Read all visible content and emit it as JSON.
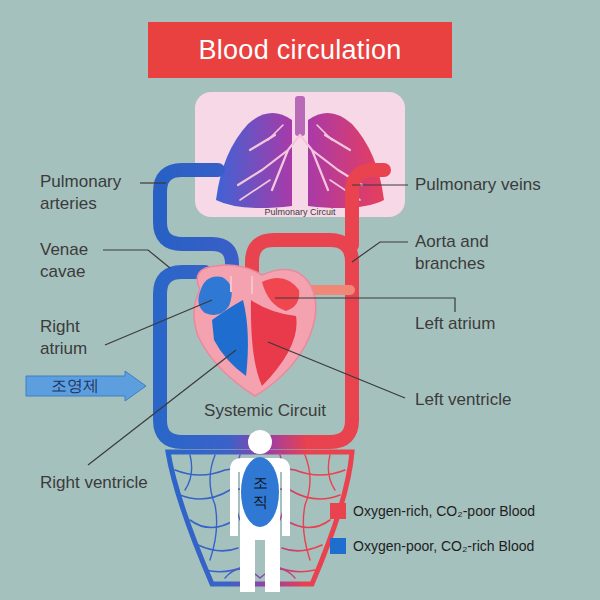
{
  "diagram": {
    "title": "Blood circulation",
    "nodes": [
      {
        "text": [
          "조영제"
        ]
      },
      {
        "text": [
          "조직"
        ]
      }
    ],
    "labels": [
      "Pulmonary arteries",
      "Pulmonary veins",
      "Venae cavae",
      "Pulmonary Circuit",
      "Aorta and branches",
      "Left atrium",
      "Right atrium",
      "Left ventricle",
      "Systemic Circuit",
      "Right ventricle"
    ],
    "legend": [
      {
        "text": "Oxygen-rich, CO₂-poor Blood",
        "color": "#ea4350"
      },
      {
        "text": "Oxygen-poor, CO₂-rich Blood",
        "color": "#1f6dcf"
      }
    ]
  }
}
